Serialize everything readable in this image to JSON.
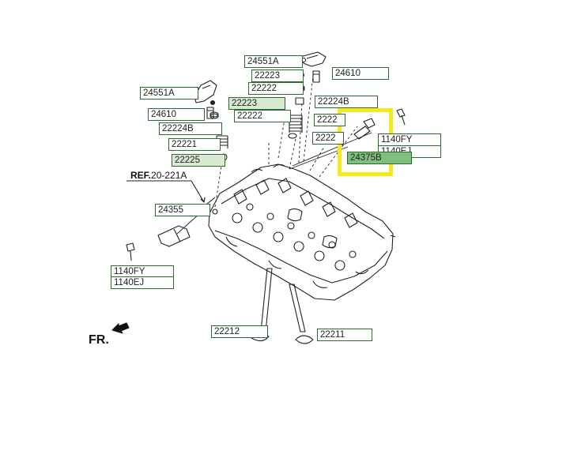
{
  "diagram": {
    "ref_prefix": "REF.",
    "ref_value": "20-221A",
    "front_label": "FR.",
    "highlight_color": "#f2ea1a",
    "label_border_color": "#2e6b2e",
    "labels": [
      {
        "id": "lbl-24551a-top",
        "text": "24551A"
      },
      {
        "id": "lbl-22223-top",
        "text": "22223"
      },
      {
        "id": "lbl-24610-top",
        "text": "24610"
      },
      {
        "id": "lbl-22222-top",
        "text": "22222"
      },
      {
        "id": "lbl-24551a-left",
        "text": "24551A"
      },
      {
        "id": "lbl-22223-mid",
        "text": "22223"
      },
      {
        "id": "lbl-22224b-right",
        "text": "22224B"
      },
      {
        "id": "lbl-24610-left",
        "text": "24610"
      },
      {
        "id": "lbl-22222-left",
        "text": "22222"
      },
      {
        "id": "lbl-22224b-left",
        "text": "22224B"
      },
      {
        "id": "lbl-2222-right-a",
        "text": "2222"
      },
      {
        "id": "lbl-22221",
        "text": "22221"
      },
      {
        "id": "lbl-2222-right-b",
        "text": "2222"
      },
      {
        "id": "lbl-1140fy-right",
        "text": "1140FY"
      },
      {
        "id": "lbl-1140ej-right",
        "text": "1140EJ"
      },
      {
        "id": "lbl-22225",
        "text": "22225"
      },
      {
        "id": "lbl-24375b",
        "text": "24375B"
      },
      {
        "id": "lbl-24355",
        "text": "24355"
      },
      {
        "id": "lbl-1140fy-left",
        "text": "1140FY"
      },
      {
        "id": "lbl-1140ej-left",
        "text": "1140EJ"
      },
      {
        "id": "lbl-22212",
        "text": "22212"
      },
      {
        "id": "lbl-22211",
        "text": "22211"
      }
    ]
  }
}
